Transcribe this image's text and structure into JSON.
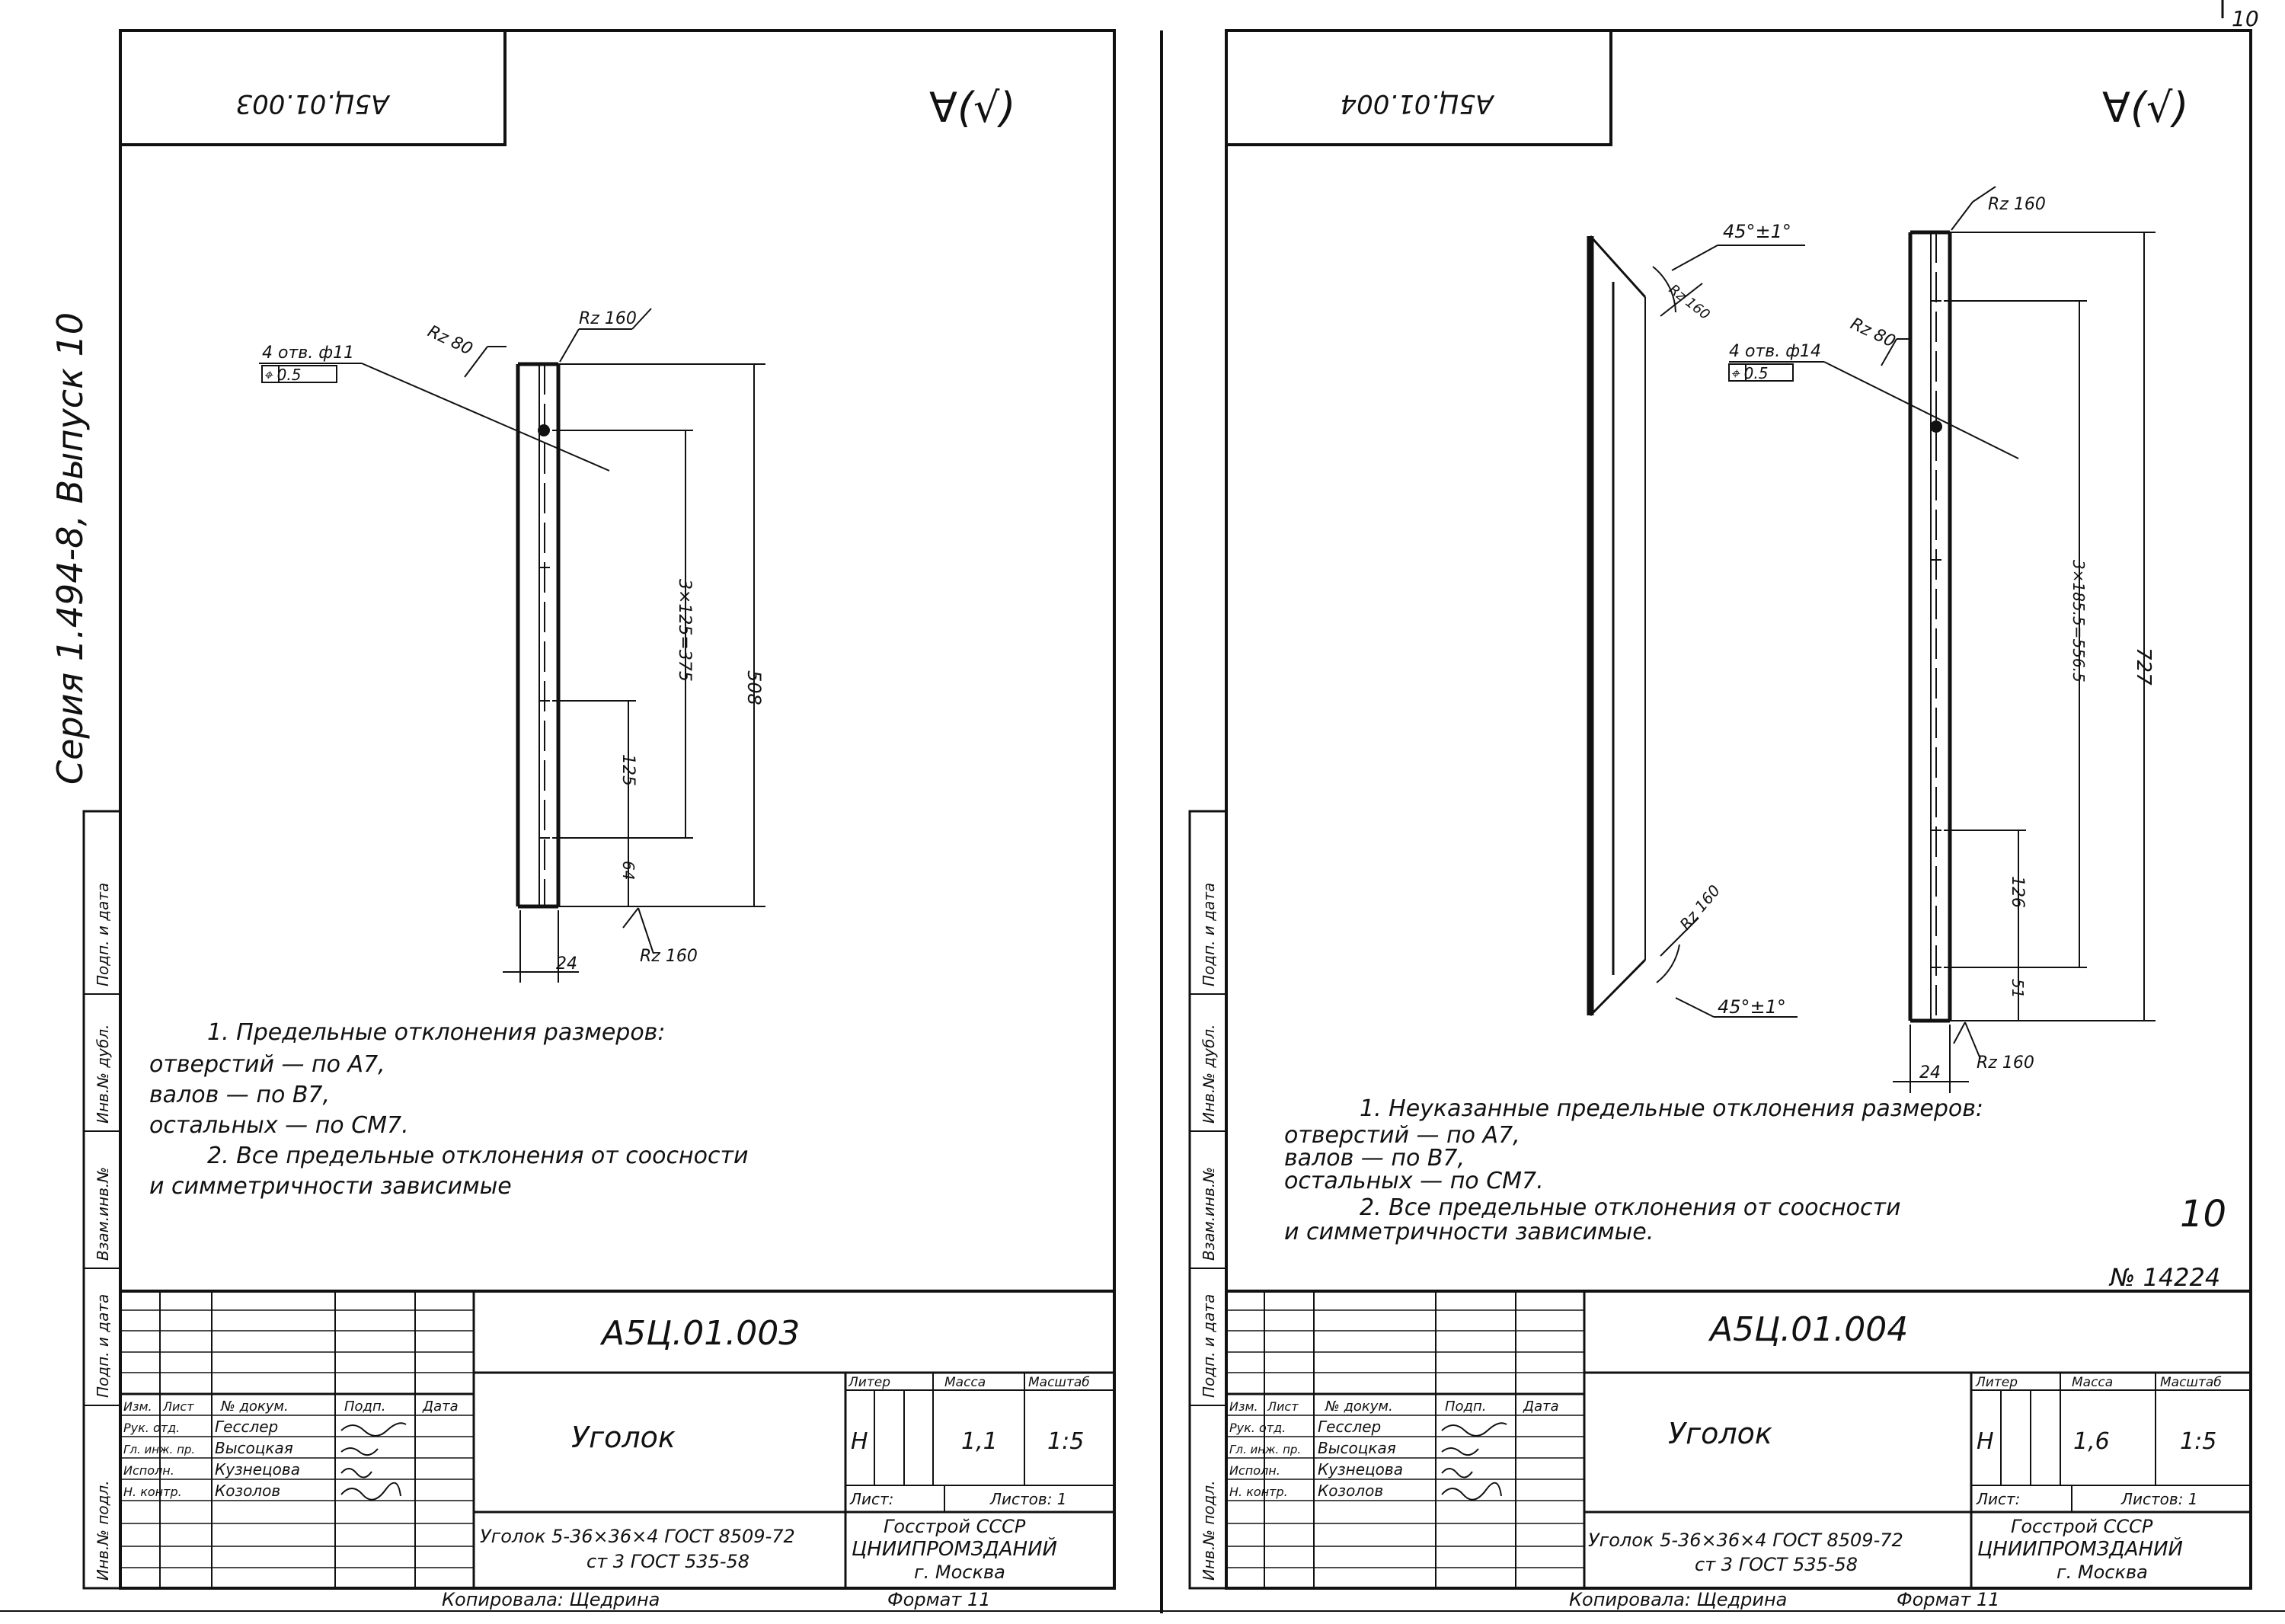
{
  "page": {
    "sheet_number": "10",
    "series_text": "Серия 1.494-8, Выпуск 10",
    "copied_by": "Копировала: Щедрина",
    "format_label": "Формат 11"
  },
  "side_stamp": [
    "Инв.№ подл.",
    "Подп. и дата",
    "Взам.инв.№",
    "Инв.№ дубл.",
    "Подп. и дата"
  ],
  "sheets": [
    {
      "code_box": "А5Ц.01.003",
      "roughness_symbol": "∀(√)",
      "labels": {
        "hole": "4 отв. ф11",
        "tolerance": "⌖ 0.5",
        "rz80": "Rz 80",
        "rz160_top": "Rz 160",
        "rz160_bottom": "Rz 160",
        "dim_total": "508",
        "dim_series": "3×125=375",
        "dim_125": "125",
        "dim_64": "64",
        "dim_24": "24"
      },
      "notes": [
        "1. Предельные отклонения размеров:",
        "отверстий — по А7,",
        "валов — по В7,",
        "остальных — по СМ7.",
        "2. Все предельные отклонения от соосности",
        "и симметричности зависимые"
      ],
      "title_block": {
        "designation": "А5Ц.01.003",
        "name": "Уголок",
        "material_1": "Уголок 5-36×36×4 ГОСТ 8509-72",
        "material_2": "ст 3 ГОСТ 535-58",
        "org_1": "Госстрой СССР",
        "org_2": "ЦНИИПРОМЗДАНИЙ",
        "org_3": "г. Москва",
        "litera_header": "Литер",
        "mass_header": "Масса",
        "scale_header": "Масштаб",
        "litera": "Н",
        "mass": "1,1",
        "scale": "1:5",
        "sheet_label": "Лист:",
        "sheets_label": "Листов: 1",
        "col_headers": [
          "Изм.",
          "Лист",
          "№ докум.",
          "Подп.",
          "Дата"
        ],
        "rows": [
          {
            "role": "Рук. отд.",
            "name": "Гесслер"
          },
          {
            "role": "Гл. инж. пр.",
            "name": "Высоцкая"
          },
          {
            "role": "Исполн.",
            "name": "Кузнецова"
          },
          {
            "role": "Н. контр.",
            "name": "Козолов"
          }
        ]
      }
    },
    {
      "code_box": "А5Ц.01.004",
      "roughness_symbol": "∀(√)",
      "labels": {
        "hole": "4 отв. ф14",
        "tolerance": "⌖ 0.5",
        "rz80": "Rz 80",
        "rz160_top": "Rz 160",
        "rz160_bottom": "Rz 160",
        "rz160_left_top": "Rz 160",
        "rz160_left_bottom": "Rz 160",
        "angle_top": "45°±1°",
        "angle_bottom": "45°±1°",
        "dim_total": "727",
        "dim_series": "3×185.5=556.5",
        "dim_126": "126",
        "dim_51": "51",
        "dim_24": "24"
      },
      "notes": [
        "1. Неуказанные предельные отклонения размеров:",
        "отверстий — по А7,",
        "валов — по В7,",
        "остальных — по СМ7.",
        "2. Все предельные отклонения от соосности",
        "и симметричности зависимые."
      ],
      "big_number": "10",
      "doc_number": "№ 14224",
      "title_block": {
        "designation": "А5Ц.01.004",
        "name": "Уголок",
        "material_1": "Уголок 5-36×36×4 ГОСТ 8509-72",
        "material_2": "ст 3 ГОСТ 535-58",
        "org_1": "Госстрой СССР",
        "org_2": "ЦНИИПРОМЗДАНИЙ",
        "org_3": "г. Москва",
        "litera_header": "Литер",
        "mass_header": "Масса",
        "scale_header": "Масштаб",
        "litera": "Н",
        "mass": "1,6",
        "scale": "1:5",
        "sheet_label": "Лист:",
        "sheets_label": "Листов: 1",
        "col_headers": [
          "Изм.",
          "Лист",
          "№ докум.",
          "Подп.",
          "Дата"
        ],
        "rows": [
          {
            "role": "Рук. отд.",
            "name": "Гесслер"
          },
          {
            "role": "Гл. инж. пр.",
            "name": "Высоцкая"
          },
          {
            "role": "Исполн.",
            "name": "Кузнецова"
          },
          {
            "role": "Н. контр.",
            "name": "Козолов"
          }
        ]
      }
    }
  ]
}
